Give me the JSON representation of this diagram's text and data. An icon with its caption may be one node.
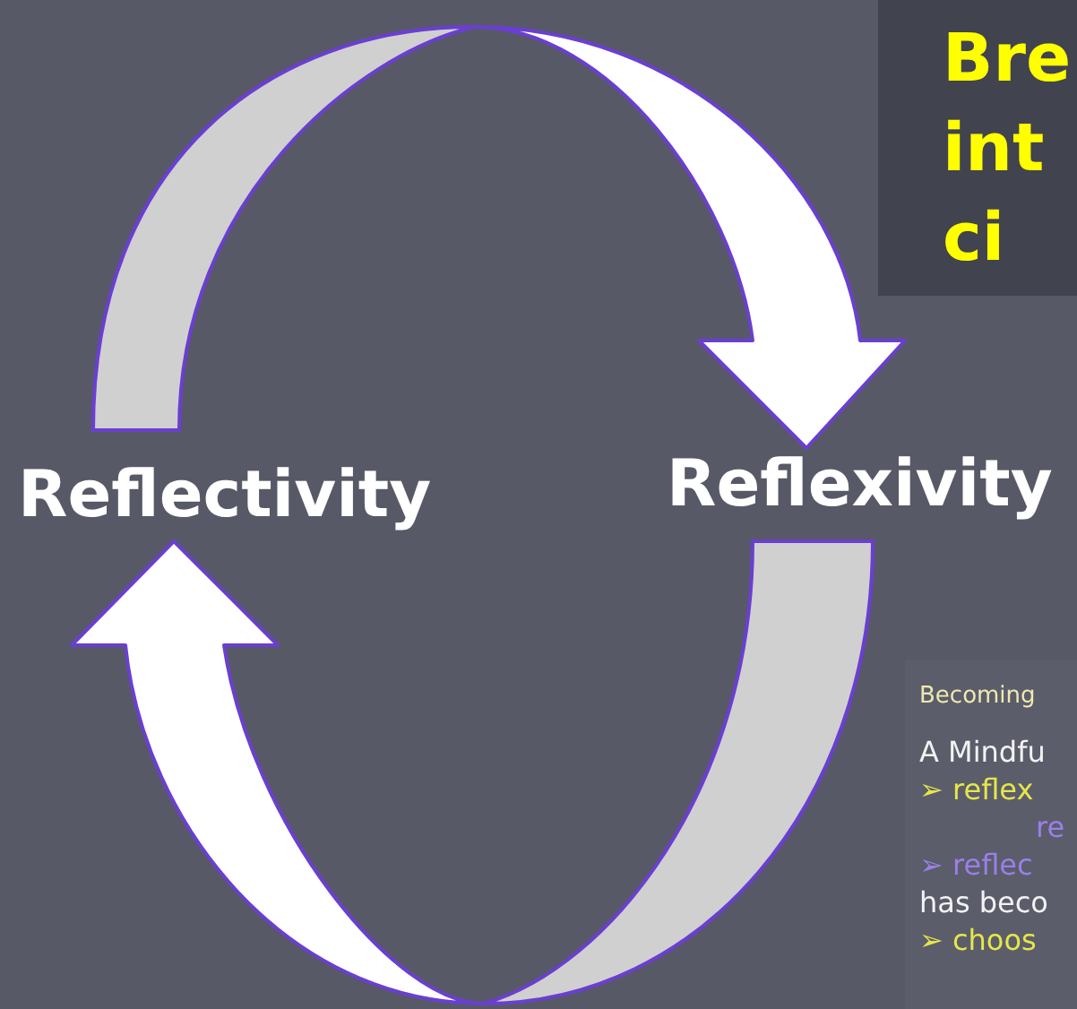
{
  "diagram": {
    "title": "Bre int ci",
    "nodes": [
      {
        "text": [
          "Reflectivity"
        ]
      },
      {
        "text": [
          "Reflexivity"
        ]
      }
    ],
    "edges": [
      {
        "from": 0,
        "to": 1,
        "arrow": "to"
      },
      {
        "from": 1,
        "to": 0,
        "arrow": "to"
      }
    ],
    "labels": [
      "Becoming",
      "A Mindfu",
      "➢ reflex",
      "re",
      "➢ reflec",
      "has beco",
      "➢ choos"
    ]
  }
}
